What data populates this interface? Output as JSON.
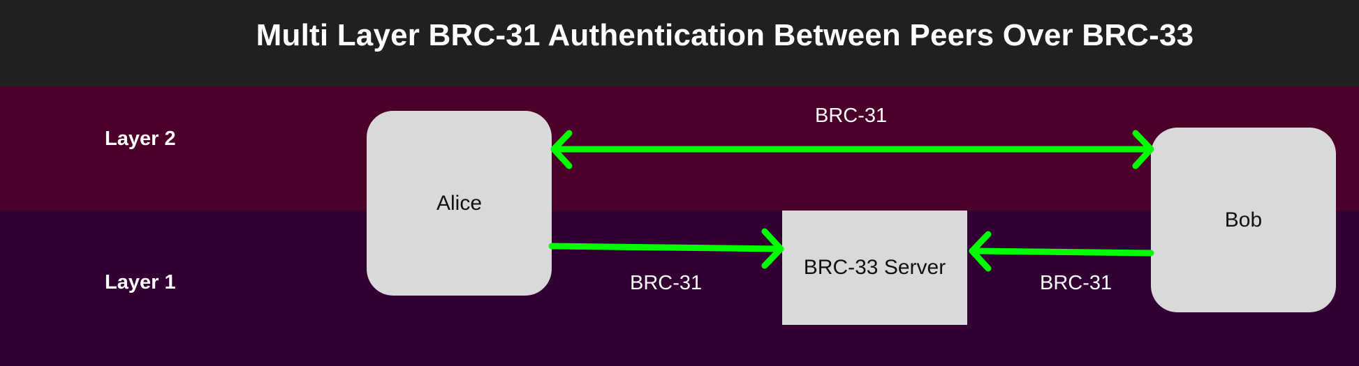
{
  "title": "Multi Layer BRC-31 Authentication Between Peers Over BRC-33",
  "layers": {
    "layer2": "Layer 2",
    "layer1": "Layer 1"
  },
  "nodes": {
    "alice": "Alice",
    "bob": "Bob",
    "server": "BRC-33 Server"
  },
  "edges": {
    "alice_bob": "BRC-31",
    "alice_server": "BRC-31",
    "bob_server": "BRC-31"
  },
  "colors": {
    "title_bar": "#202020",
    "layer2_band": "#4a0029",
    "layer1_band": "#330033",
    "node_fill": "#d9d9d9",
    "arrow": "#00ff00"
  }
}
